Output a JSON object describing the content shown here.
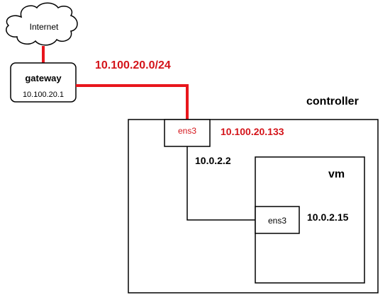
{
  "cloud": {
    "label": "Internet"
  },
  "gateway": {
    "title": "gateway",
    "ip": "10.100.20.1"
  },
  "network": {
    "label": "10.100.20.0/24"
  },
  "controller": {
    "title": "controller",
    "nic": {
      "name": "ens3",
      "ip": "10.100.20.133"
    },
    "bridge_ip": "10.0.2.2"
  },
  "vm": {
    "title": "vm",
    "nic": {
      "name": "ens3",
      "ip": "10.0.2.15"
    }
  },
  "colors": {
    "link_red": "#e8161c",
    "text_red": "#d4141a",
    "line_black": "#000000"
  }
}
